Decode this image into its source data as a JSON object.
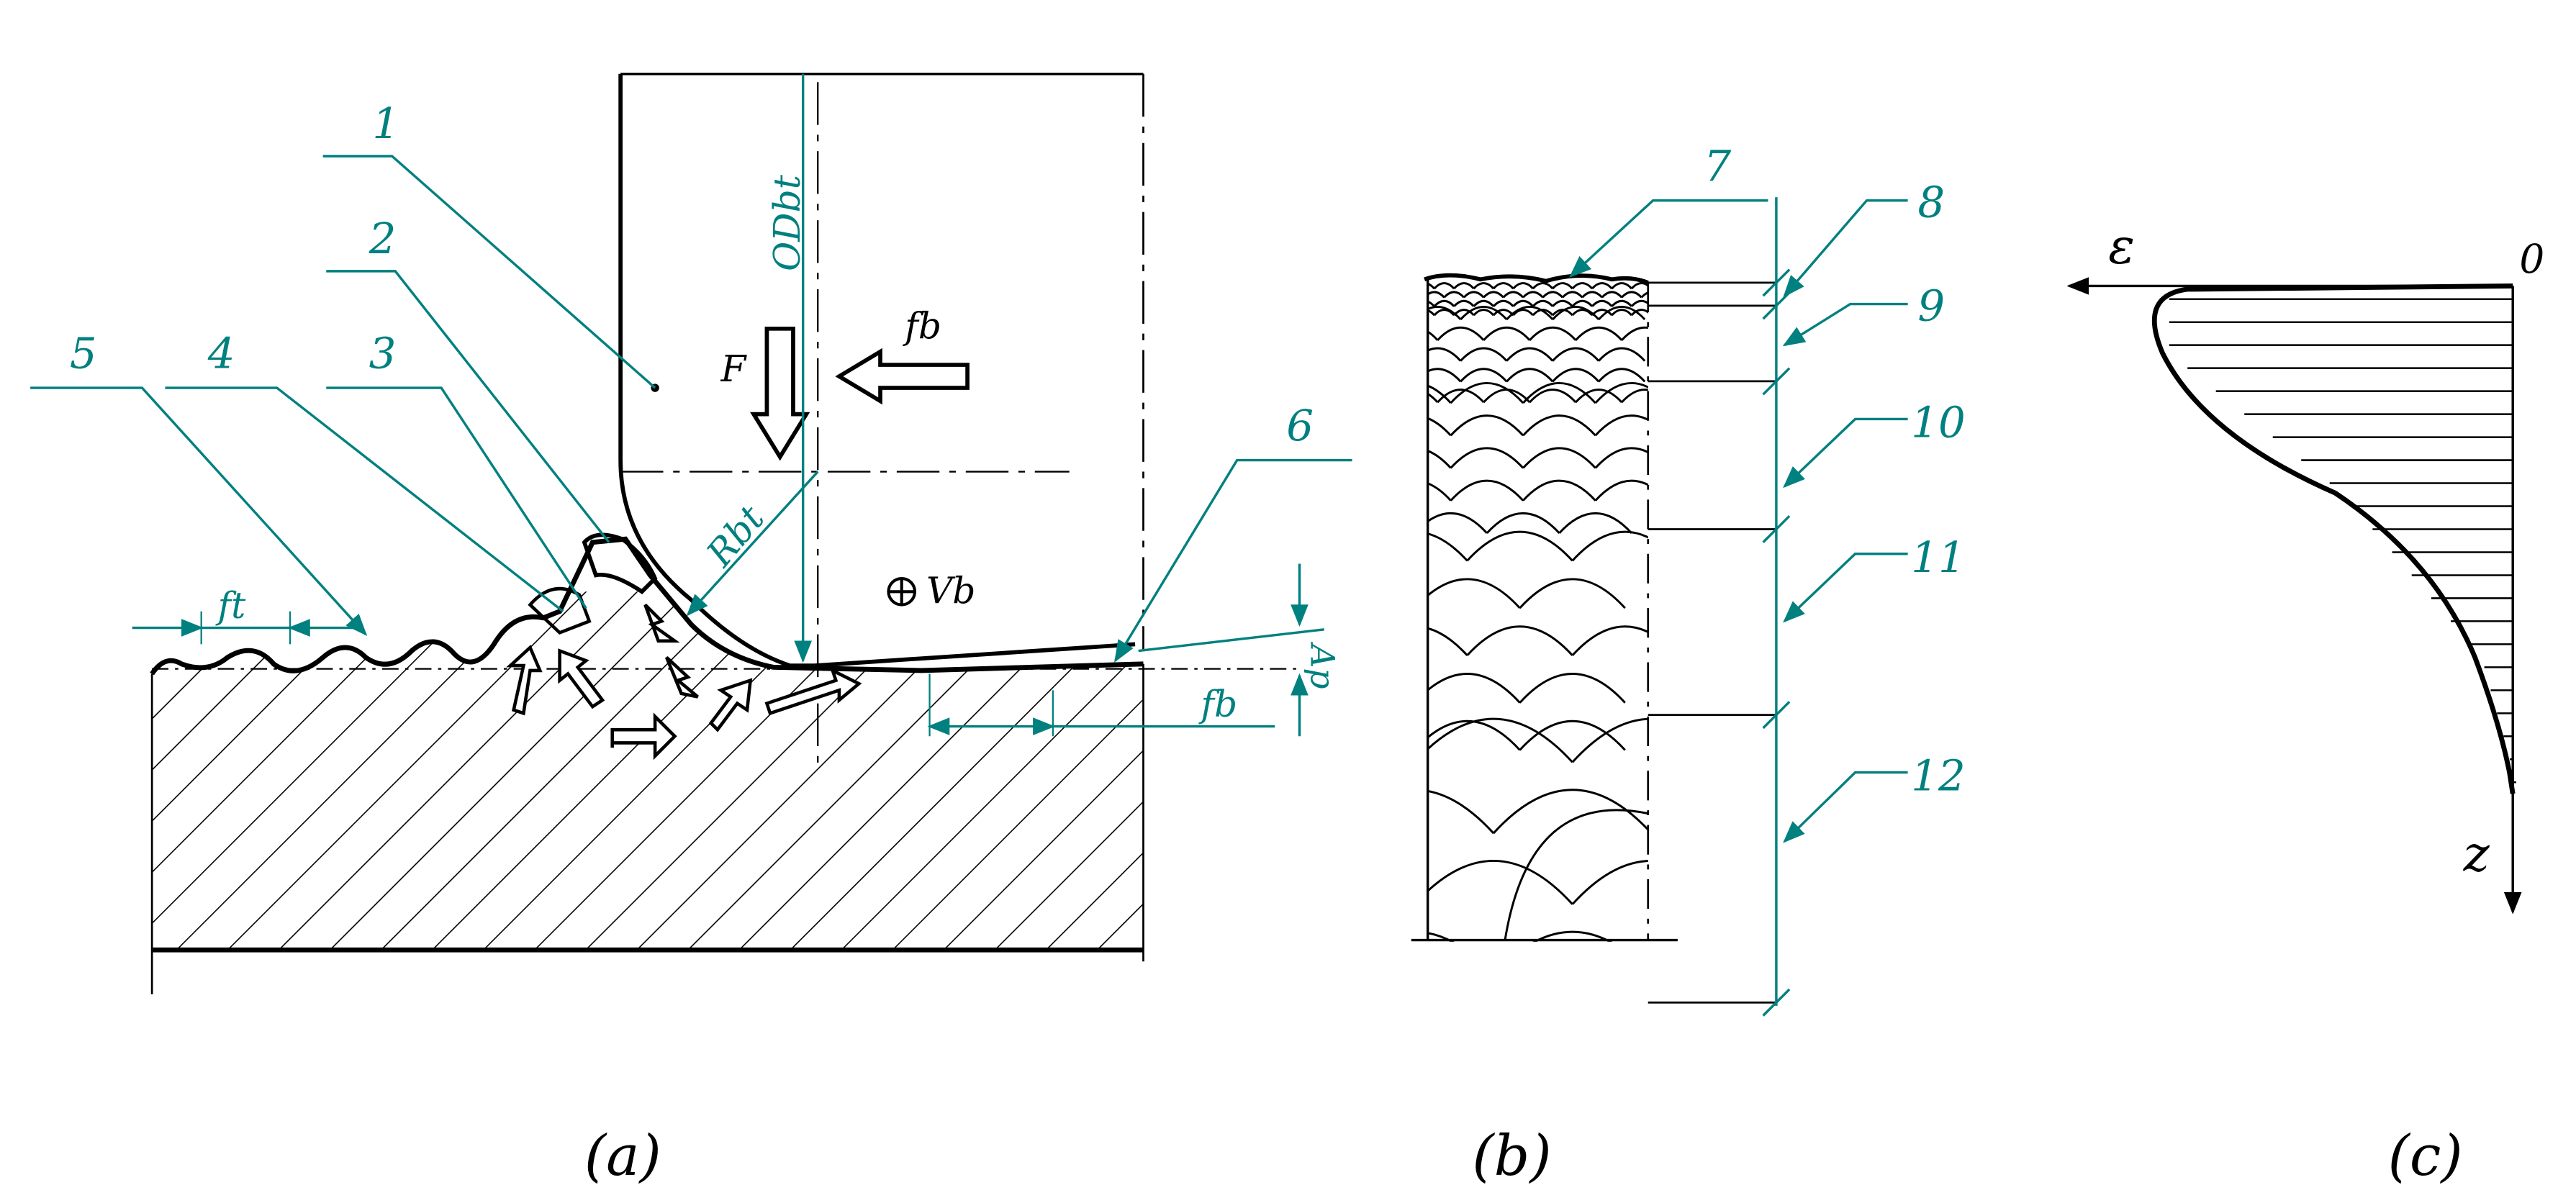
{
  "colors": {
    "ink": "#000000",
    "accent": "#00807F",
    "background": "#ffffff"
  },
  "panel_a": {
    "caption": "(a)",
    "callouts": [
      "1",
      "2",
      "3",
      "4",
      "5",
      "6"
    ],
    "labels": {
      "odbt": "ODbt",
      "force": "F",
      "feed_top": "fb",
      "radius": "Rbt",
      "velocity": "Vb",
      "feed_turning": "ft",
      "feed_bottom": "fb",
      "depth": "Ap"
    }
  },
  "panel_b": {
    "caption": "(b)",
    "callouts": [
      "7",
      "8",
      "9",
      "10",
      "11",
      "12"
    ]
  },
  "panel_c": {
    "caption": "(c)",
    "axis_x": "ε",
    "axis_y": "z",
    "origin": "0"
  }
}
